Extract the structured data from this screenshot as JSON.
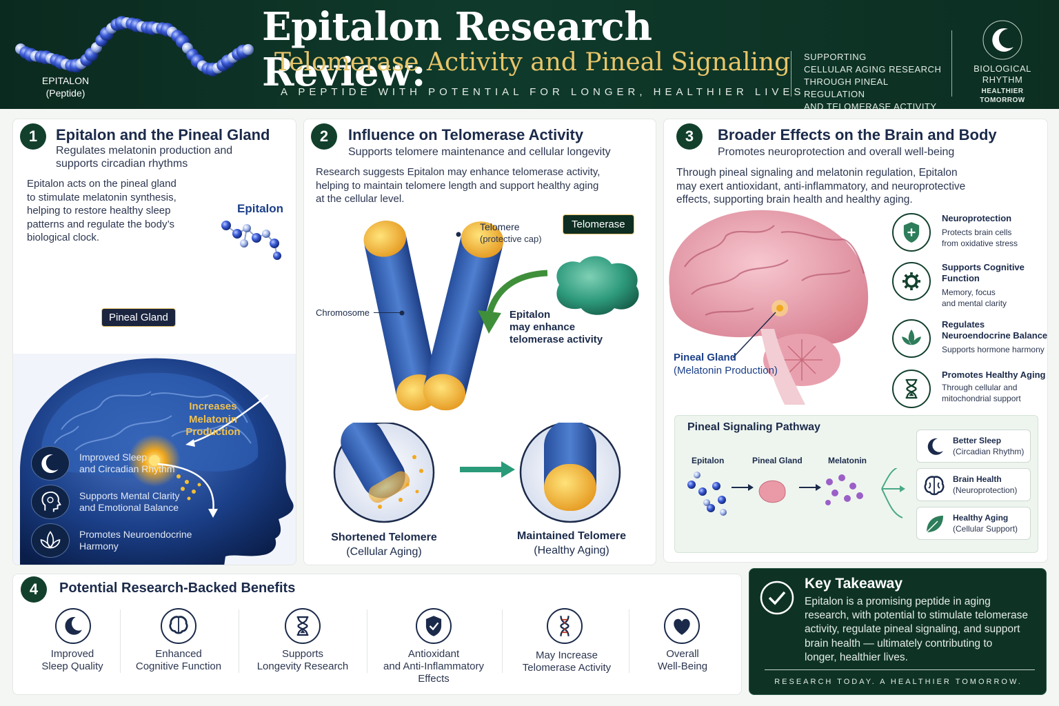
{
  "header": {
    "title": "Epitalon Research Review:",
    "subtitle": "Telomerase Activity and Pineal Signaling",
    "tagline": "A PEPTIDE WITH POTENTIAL FOR LONGER, HEALTHIER LIVES",
    "peptide_name": "EPITALON",
    "peptide_note": "(Peptide)",
    "right_lines": [
      "SUPPORTING",
      "CELLULAR AGING RESEARCH",
      "THROUGH PINEAL REGULATION",
      "AND TELOMERASE ACTIVITY"
    ],
    "rhythm_lines": [
      "BIOLOGICAL",
      "RHYTHM"
    ],
    "rhythm_small": [
      "HEALTHIER",
      "TOMORROW"
    ]
  },
  "panel1": {
    "number": "1",
    "title": "Epitalon and the Pineal Gland",
    "subtitle_lines": [
      "Regulates melatonin production and",
      "supports circadian rhythms"
    ],
    "body_lines": [
      "Epitalon acts on the pineal gland",
      "to stimulate melatonin synthesis,",
      "helping to restore healthy sleep",
      "patterns and regulate the body’s",
      "biological clock."
    ],
    "epitalon_label": "Epitalon",
    "pineal_label": "Pineal Gland",
    "increase_lines": [
      "Increases",
      "Melatonin",
      "Production"
    ],
    "items": [
      {
        "lines": [
          "Improved Sleep",
          "and Circadian Rhythm"
        ],
        "icon": "moon-icon"
      },
      {
        "lines": [
          "Supports Mental Clarity",
          "and Emotional Balance"
        ],
        "icon": "head-icon"
      },
      {
        "lines": [
          "Promotes Neuroendocrine",
          "Harmony"
        ],
        "icon": "lotus-icon"
      }
    ]
  },
  "panel2": {
    "number": "2",
    "title": "Influence on Telomerase Activity",
    "subtitle": "Supports telomere maintenance and cellular longevity",
    "body_lines": [
      "Research suggests Epitalon may enhance telomerase activity,",
      "helping to maintain telomere length and support healthy aging",
      "at the cellular level."
    ],
    "telomere_label": "Telomere",
    "telomere_note": "(protective cap)",
    "telomerase_tag": "Telomerase",
    "chromosome_label": "Chromosome",
    "enhance_lines": [
      "Epitalon",
      "may enhance",
      "telomerase activity"
    ],
    "shortened_title": "Shortened Telomere",
    "shortened_note": "(Cellular Aging)",
    "maintained_title": "Maintained Telomere",
    "maintained_note": "(Healthy Aging)"
  },
  "panel3": {
    "number": "3",
    "title": "Broader Effects on the Brain and Body",
    "subtitle": "Promotes neuroprotection and overall well-being",
    "body_lines": [
      "Through pineal signaling and melatonin regulation, Epitalon",
      "may exert antioxidant, anti-inflammatory, and neuroprotective",
      "effects, supporting brain health and healthy aging."
    ],
    "pineal_label": "Pineal Gland",
    "pineal_note": "(Melatonin Production)",
    "features": [
      {
        "title": [
          "Neuroprotection"
        ],
        "desc": [
          "Protects brain cells",
          "from oxidative stress"
        ],
        "icon": "shield-icon"
      },
      {
        "title": [
          "Supports Cognitive",
          "Function"
        ],
        "desc": [
          "Memory, focus",
          "and mental clarity"
        ],
        "icon": "gear-head-icon"
      },
      {
        "title": [
          "Regulates",
          "Neuroendocrine Balance"
        ],
        "desc": [
          "Supports hormone harmony"
        ],
        "icon": "lotus-icon"
      },
      {
        "title": [
          "Promotes Healthy Aging"
        ],
        "desc": [
          "Through cellular and",
          "mitochondrial support"
        ],
        "icon": "hourglass-icon"
      }
    ],
    "pathway": {
      "title": "Pineal Signaling Pathway",
      "steps": [
        "Epitalon",
        "Pineal Gland",
        "Melatonin"
      ],
      "outcomes": [
        {
          "title": "Better Sleep",
          "note": "(Circadian Rhythm)",
          "icon": "moon-icon"
        },
        {
          "title": "Brain Health",
          "note": "(Neuroprotection)",
          "icon": "brain-icon"
        },
        {
          "title": "Healthy Aging",
          "note": "(Cellular Support)",
          "icon": "leaf-icon"
        }
      ]
    }
  },
  "panel4": {
    "number": "4",
    "title": "Potential Research-Backed Benefits",
    "benefits": [
      {
        "lines": [
          "Improved",
          "Sleep Quality"
        ],
        "icon": "moon-icon"
      },
      {
        "lines": [
          "Enhanced",
          "Cognitive Function"
        ],
        "icon": "brain-icon"
      },
      {
        "lines": [
          "Supports",
          "Longevity Research"
        ],
        "icon": "hourglass-icon"
      },
      {
        "lines": [
          "Antioxidant",
          "and Anti-Inflammatory",
          "Effects"
        ],
        "icon": "shield-check-icon"
      },
      {
        "lines": [
          "May Increase",
          "Telomerase Activity"
        ],
        "icon": "dna-icon"
      },
      {
        "lines": [
          "Overall",
          "Well-Being"
        ],
        "icon": "heart-icon"
      }
    ]
  },
  "takeaway": {
    "title": "Key Takeaway",
    "body_lines": [
      "Epitalon is a promising peptide in aging",
      "research, with potential to stimulate telomerase",
      "activity, regulate pineal signaling, and support",
      "brain health — ultimately contributing to",
      "longer, healthier lives."
    ],
    "footer": "RESEARCH TODAY. A HEALTHIER TOMORROW."
  },
  "colors": {
    "header_green": "#0f3a2b",
    "gold": "#e8c56a",
    "navy": "#1b2a4a",
    "accent_green": "#12402d"
  }
}
